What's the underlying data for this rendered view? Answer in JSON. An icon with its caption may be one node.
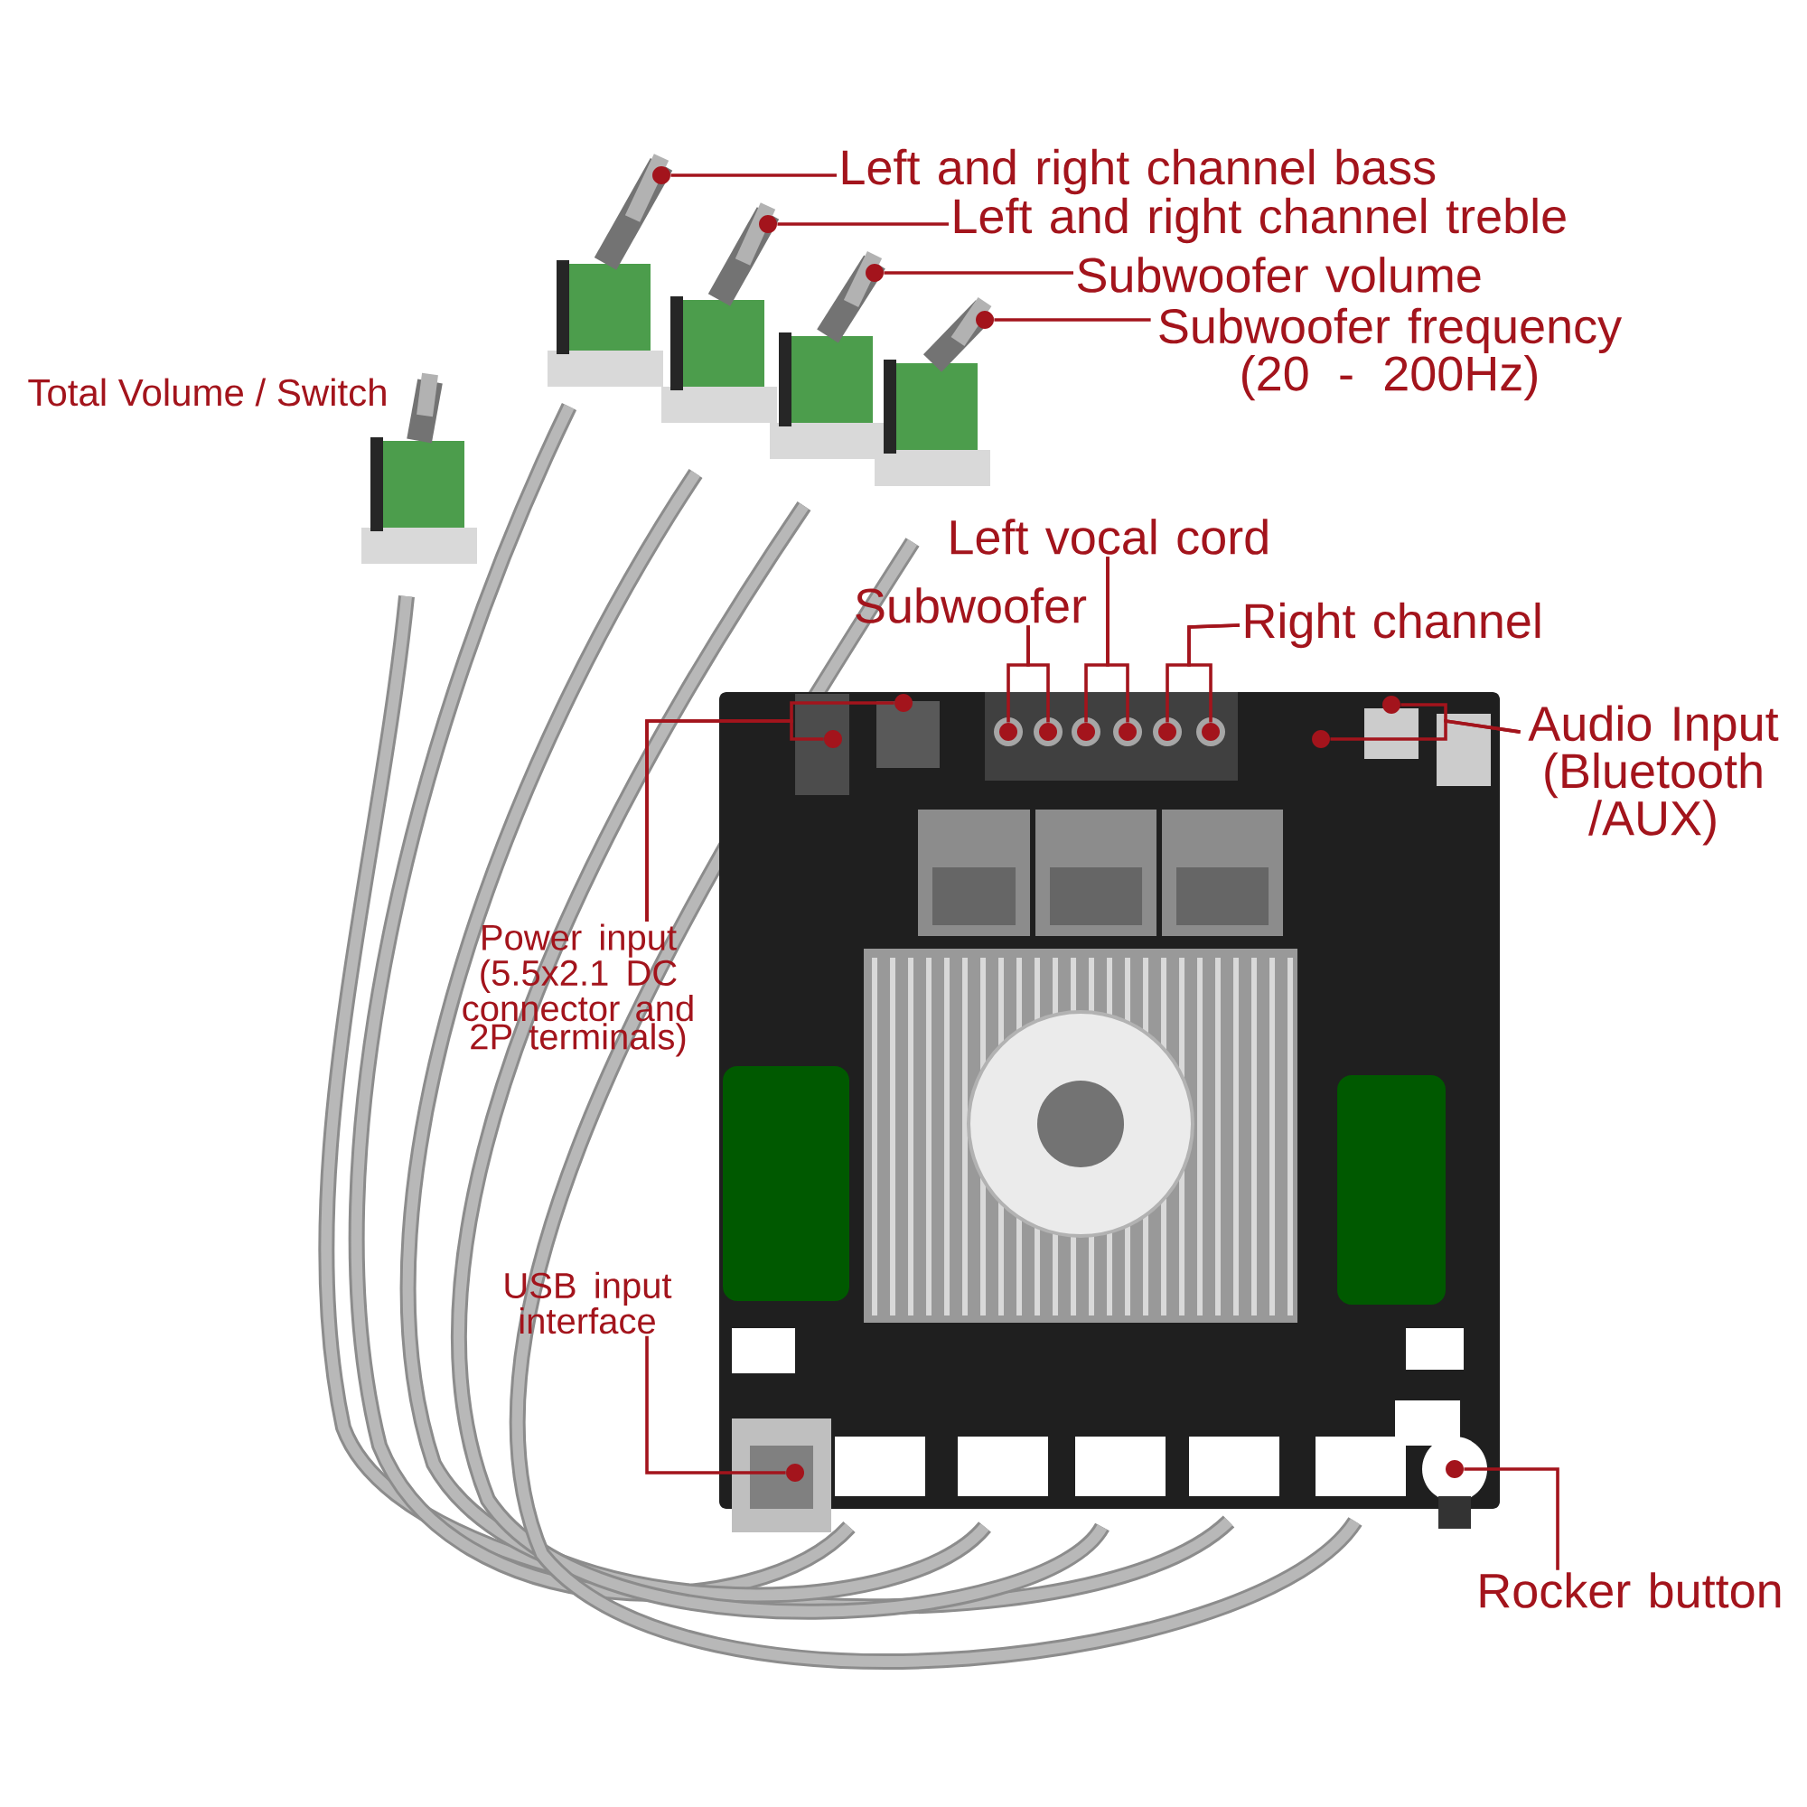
{
  "diagram": {
    "nodes": [
      {
        "text": [
          "Left and right channel bass"
        ]
      },
      {
        "text": [
          "Left and right channel treble"
        ]
      },
      {
        "text": [
          "Subwoofer volume"
        ]
      },
      {
        "text": [
          "Subwoofer frequency (20 - 200Hz)"
        ]
      },
      {
        "text": [
          "Left vocal cord"
        ]
      },
      {
        "text": [
          "Subwoofer"
        ]
      },
      {
        "text": [
          "Right channel"
        ]
      },
      {
        "text": [
          "Audio Input (Bluetooth /AUX)"
        ]
      },
      {
        "text": [
          "Power input (5.5x2.1 DC connector and 2P terminals)"
        ]
      },
      {
        "text": [
          "USB input interface"
        ]
      },
      {
        "text": [
          "Rocker button"
        ]
      },
      {
        "text": [],
        "shape": "circle"
      },
      {
        "text": [],
        "shape": "circle"
      },
      {
        "text": [],
        "shape": "circle"
      },
      {
        "text": [],
        "shape": "circle"
      },
      {
        "text": [],
        "shape": "circle"
      },
      {
        "text": [],
        "shape": "circle"
      },
      {
        "text": [],
        "shape": "circle"
      },
      {
        "text": [],
        "shape": "circle"
      },
      {
        "text": [],
        "shape": "circle"
      },
      {
        "text": [],
        "shape": "circle"
      },
      {
        "text": [],
        "shape": "circle"
      },
      {
        "text": [],
        "shape": "circle"
      },
      {
        "text": [],
        "shape": "circle"
      },
      {
        "text": [],
        "shape": "circle"
      },
      {
        "text": [],
        "shape": "circle"
      },
      {
        "text": [],
        "shape": "circle"
      }
    ],
    "edges": [
      {
        "from": 0,
        "to": 11,
        "arrow": "none"
      },
      {
        "from": 1,
        "to": 12,
        "arrow": "none"
      },
      {
        "from": 2,
        "to": 13,
        "arrow": "none"
      },
      {
        "from": 3,
        "to": 14,
        "arrow": "none"
      },
      {
        "from": 5,
        "to": 17,
        "arrow": "none"
      },
      {
        "from": 5,
        "to": 18,
        "arrow": "none"
      },
      {
        "from": 4,
        "to": 19,
        "arrow": "none"
      },
      {
        "from": 4,
        "to": 20,
        "arrow": "none"
      },
      {
        "from": 6,
        "to": 21,
        "arrow": "none"
      },
      {
        "from": 6,
        "to": 22,
        "arrow": "none"
      },
      {
        "from": 7,
        "to": 16,
        "arrow": "none"
      },
      {
        "from": 7,
        "to": 24,
        "arrow": "none"
      },
      {
        "from": 8,
        "to": 15,
        "arrow": "none"
      },
      {
        "from": 8,
        "to": 23,
        "arrow": "none"
      },
      {
        "from": 9,
        "to": 25,
        "arrow": "none"
      },
      {
        "from": 10,
        "to": 26,
        "arrow": "none"
      }
    ],
    "labels": [
      "Total Volume / Switch"
    ]
  }
}
